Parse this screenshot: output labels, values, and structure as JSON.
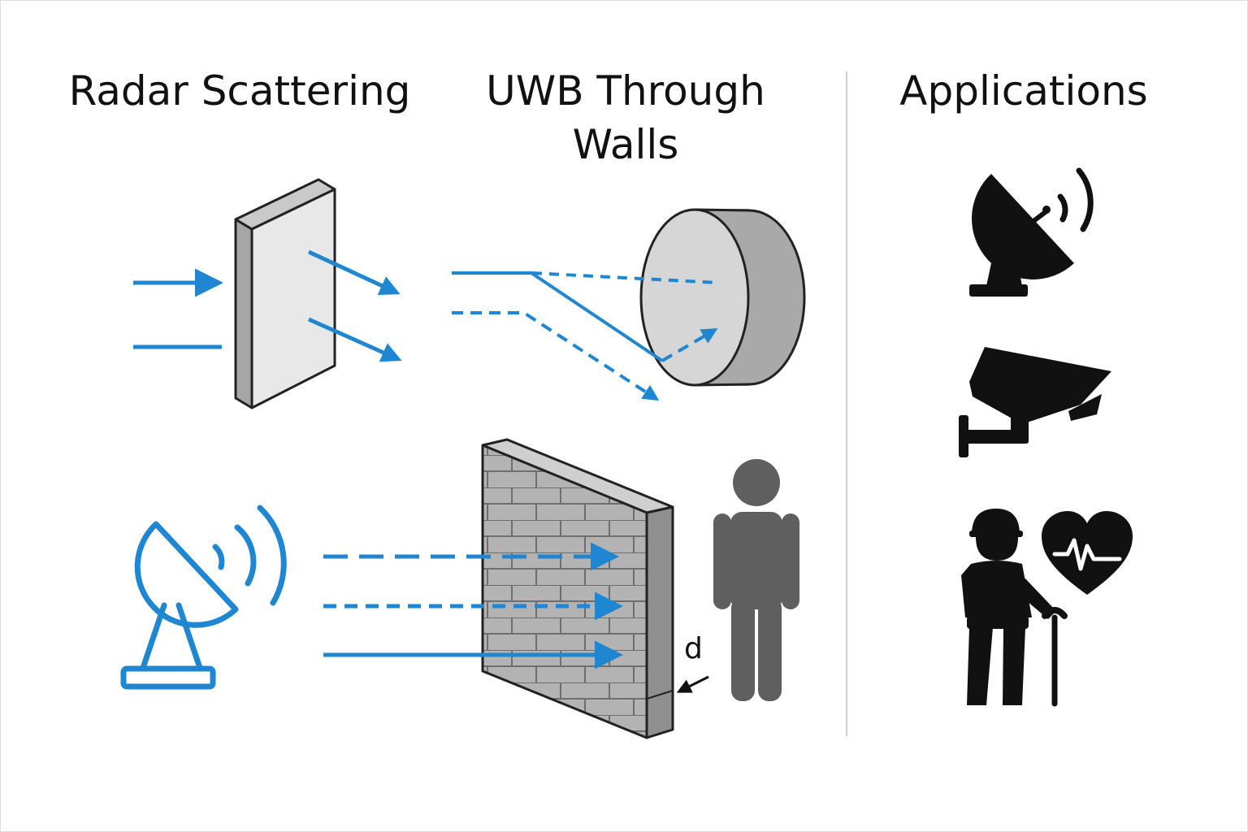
{
  "headings": {
    "radar": "Radar Scattering",
    "uwb_line1": "UWB Through",
    "uwb_line2": "Walls",
    "applications": "Applications"
  },
  "labels": {
    "wall_thickness": "d"
  },
  "icons": {
    "radar_dish": "satellite-dish-icon",
    "cctv": "security-camera-icon",
    "healthcare": "elderly-person-with-cane-and-heart-rate-icon",
    "person": "person-silhouette-icon"
  },
  "colors": {
    "wave_blue": "#1f86d2",
    "icon_black": "#111111",
    "person_gray": "#5f5f5f",
    "panel_face": "#e8e8e8",
    "panel_edge": "#a6a6a6",
    "brick": "#b3b3b3",
    "divider": "#cfcfcf"
  }
}
